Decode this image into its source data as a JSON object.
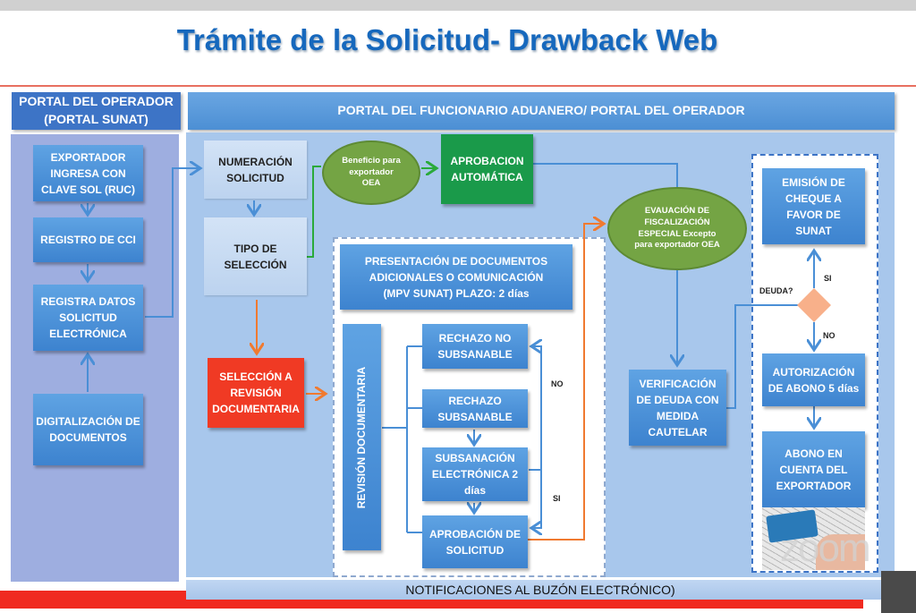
{
  "title": "Trámite de la Solicitud- Drawback Web",
  "left_portal": {
    "header": [
      "PORTAL DEL OPERADOR",
      "(PORTAL SUNAT)"
    ],
    "steps": [
      "EXPORTADOR INGRESA CON CLAVE SOL (RUC)",
      "REGISTRO DE CCI",
      "REGISTRA DATOS SOLICITUD ELECTRÓNICA",
      "DIGITALIZACIÓN DE DOCUMENTOS"
    ]
  },
  "right_portal": {
    "header": "PORTAL DEL FUNCIONARIO  ADUANERO/ PORTAL DEL OPERADOR",
    "numeracion": "NUMERACIÓN SOLICITUD",
    "tipo": "TIPO DE SELECCIÓN",
    "beneficio": "Beneficio para exportador OEA",
    "aprobacion_auto": "APROBACION AUTOMÁTICA",
    "seleccion_revision": "SELECCIÓN A REVISIÓN DOCUMENTARIA",
    "presentacion": "PRESENTACIÓN DE DOCUMENTOS ADICIONALES O COMUNICACIÓN (MPV SUNAT) PLAZO: 2 días",
    "revision": "REVISIÓN DOCUMENTARIA",
    "rechazo_no": "RECHAZO NO SUBSANABLE",
    "rechazo_sub": "RECHAZO SUBSANABLE",
    "subsanacion": "SUBSANACIÓN ELECTRÓNICA 2 días",
    "aprobacion_sol": "APROBACIÓN DE SOLICITUD",
    "no": "NO",
    "si": "SI",
    "evaluacion": "EVAUACIÓN DE FISCALIZACIÓN ESPECIAL Excepto para exportador OEA",
    "verificacion": "VERIFICACIÓN DE DEUDA CON MEDIDA CAUTELAR",
    "emision": "EMISIÓN DE CHEQUE  A FAVOR DE SUNAT",
    "deuda": "DEUDA?",
    "deuda_si": "SI",
    "deuda_no": "NO",
    "autorizacion": "AUTORIZACIÓN DE ABONO 5 días",
    "abono": "ABONO EN CUENTA DEL EXPORTADOR"
  },
  "footer": "NOTIFICACIONES AL BUZÓN ELECTRÓNICO)",
  "watermark": "zoom",
  "colors": {
    "title": "#1668bd",
    "box": "#4a8fd6",
    "green": "#1a9a4a",
    "ellipse": "#74a444",
    "red": "#f03a24",
    "orange": "#f07a30"
  }
}
